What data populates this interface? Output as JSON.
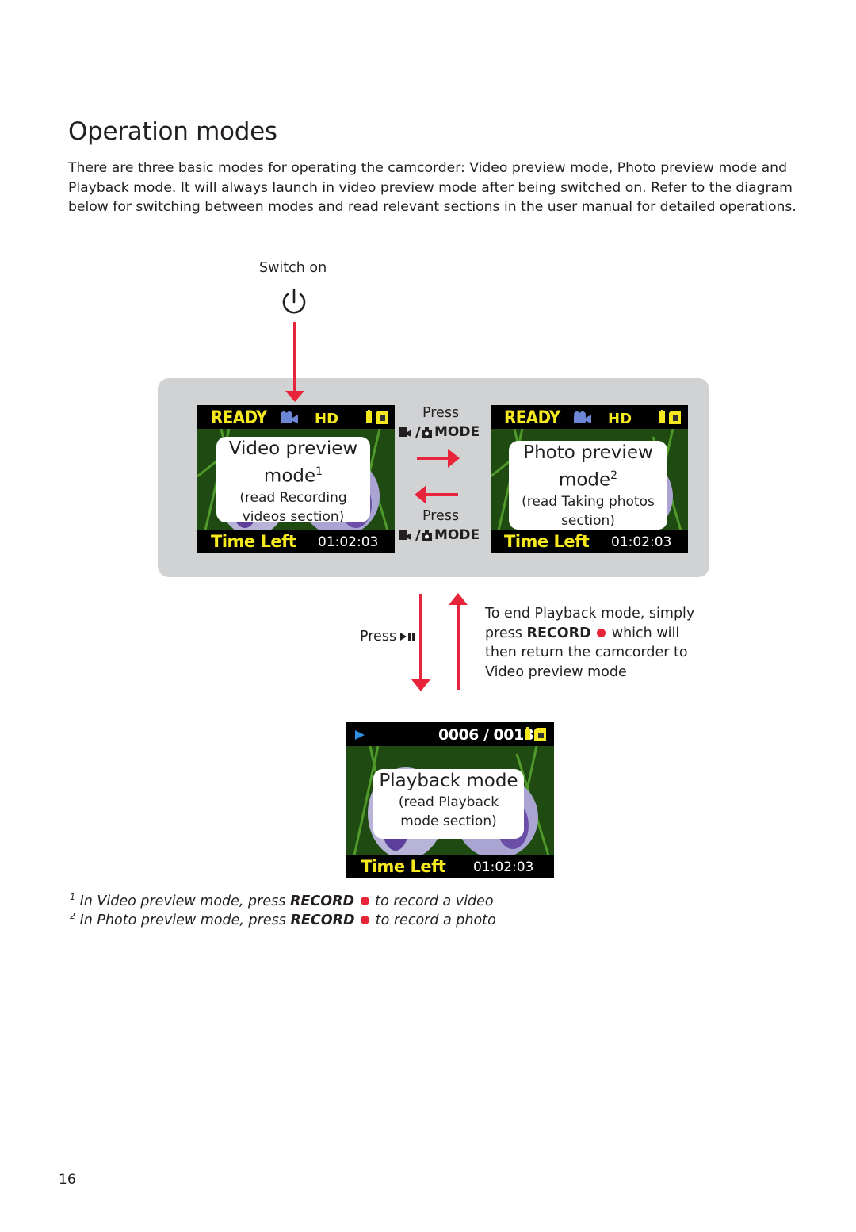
{
  "page": {
    "title": "Operation modes",
    "intro": "There are three basic modes for operating the camcorder: Video preview mode, Photo preview mode and Playback mode. It will always launch in video preview mode after being switched on.  Refer to the diagram below for switching between modes and read relevant sections in the user manual for detailed operations.",
    "page_number": "16"
  },
  "diagram": {
    "switch_on_label": "Switch on",
    "press_label": "Press",
    "mode_label": "MODE",
    "play_press_label": "Press",
    "video_screen": {
      "status": "READY",
      "hd": "HD",
      "time_left": "Time Left",
      "clock": "01:02:03",
      "card_title": "Video preview",
      "card_mode": "mode",
      "card_sup": "1",
      "card_line1": "(read Recording",
      "card_line2": "videos section)"
    },
    "photo_screen": {
      "status": "READY",
      "hd": "HD",
      "time_left": "Time Left",
      "clock": "01:02:03",
      "card_title": "Photo preview",
      "card_mode": "mode",
      "card_sup": "2",
      "card_line1": "(read Taking photos",
      "card_line2": "section)"
    },
    "playback_screen": {
      "counter": "0006 / 0013",
      "time_left": "Time Left",
      "clock": "01:02:03",
      "card_title": "Playback mode",
      "card_line1": "(read Playback",
      "card_line2": "mode section)"
    },
    "end_playback_note": {
      "line1": "To end Playback mode, simply",
      "line2_pre": "press ",
      "line2_bold": "RECORD",
      "line2_post": " which will",
      "line3": "then return the camcorder to",
      "line4": "Video preview mode"
    },
    "colors": {
      "arrow": "#e8243a",
      "status_yellow": "#f6e81f",
      "panel_gray": "#d1d2d4"
    }
  },
  "footnotes": [
    {
      "num": "1",
      "pre": "In Video preview mode, press ",
      "bold": "RECORD",
      "post": " to record a video"
    },
    {
      "num": "2",
      "pre": "In Photo preview mode, press ",
      "bold": "RECORD",
      "post": " to record a photo"
    }
  ]
}
